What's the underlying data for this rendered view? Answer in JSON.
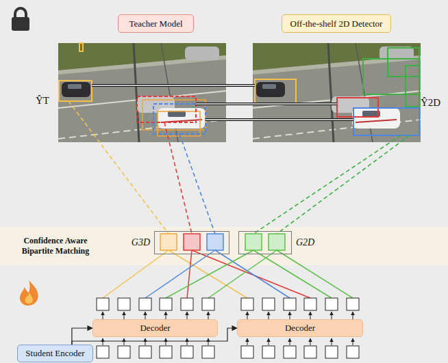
{
  "diagram": {
    "nodes": [
      {
        "text": [
          "Teacher Model"
        ]
      },
      {
        "text": [
          "Off-the-shelf 2D Detector"
        ]
      },
      {
        "text": [
          "Confidence Aware Bipartite Matching"
        ]
      },
      {
        "text": [
          "G3D"
        ],
        "in": 2
      },
      {
        "text": [
          "G2D"
        ],
        "in": 2
      },
      {
        "text": [
          "Decoder"
        ]
      },
      {
        "text": [
          "Decoder"
        ]
      },
      {
        "text": [
          "Student Encoder"
        ]
      }
    ],
    "edges": [
      {
        "from": 7,
        "to": 5,
        "arrow": "to"
      },
      {
        "from": 7,
        "to": 6,
        "arrow": "to"
      }
    ],
    "labels": [
      "ŶT",
      "Ŷ2D"
    ]
  }
}
